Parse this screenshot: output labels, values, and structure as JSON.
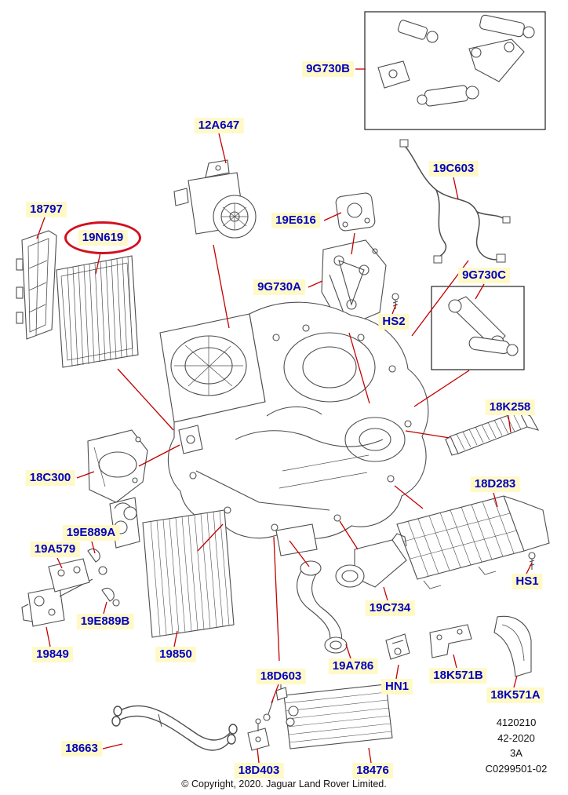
{
  "diagram": {
    "labels": [
      {
        "text": "9G730B"
      },
      {
        "text": "12A647"
      },
      {
        "text": "19C603"
      },
      {
        "text": "18797"
      },
      {
        "text": "19N619",
        "highlighted": true
      },
      {
        "text": "19E616"
      },
      {
        "text": "9G730A"
      },
      {
        "text": "9G730C"
      },
      {
        "text": "HS2"
      },
      {
        "text": "18K258"
      },
      {
        "text": "18C300"
      },
      {
        "text": "18D283"
      },
      {
        "text": "19E889A"
      },
      {
        "text": "19A579"
      },
      {
        "text": "19E889B"
      },
      {
        "text": "19849"
      },
      {
        "text": "19850"
      },
      {
        "text": "19C734"
      },
      {
        "text": "HS1"
      },
      {
        "text": "19A786"
      },
      {
        "text": "HN1"
      },
      {
        "text": "18K571B"
      },
      {
        "text": "18K571A"
      },
      {
        "text": "18D603"
      },
      {
        "text": "18663"
      },
      {
        "text": "18D403"
      },
      {
        "text": "18476"
      }
    ],
    "ref_block": [
      "4120210",
      "42-2020",
      "3A",
      "C0299501-02"
    ],
    "copyright": "© Copyright, 2020. Jaguar Land Rover Limited.",
    "colors": {
      "label_text": "#0202c0",
      "label_background": "#fff9c8",
      "highlight_ring": "#d40f1e",
      "leader_line": "#c40000",
      "line_art": "#4d4d4d"
    }
  }
}
